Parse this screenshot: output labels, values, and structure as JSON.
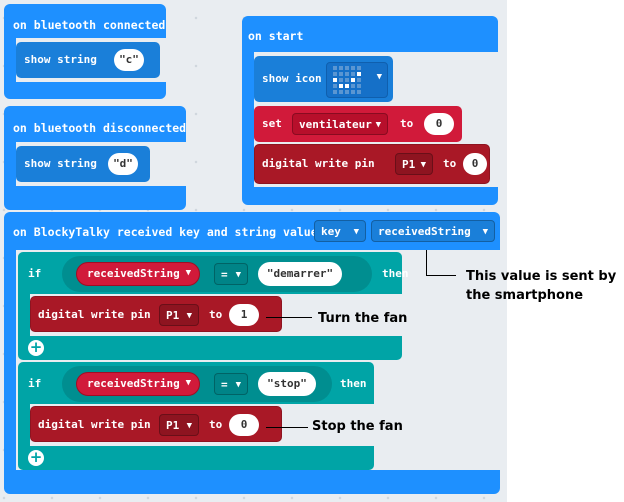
{
  "bt_connected": {
    "header": "on bluetooth connected",
    "show": "show string",
    "value": "\"c\""
  },
  "bt_disconnected": {
    "header": "on bluetooth disconnected",
    "show": "show string",
    "value": "\"d\""
  },
  "on_start": {
    "header": "on start",
    "show_icon": "show icon",
    "set_label": "set",
    "set_var": "ventilateur",
    "to_label": "to",
    "set_value": "0",
    "dw_label": "digital write pin",
    "dw_pin": "P1",
    "dw_to": "to",
    "dw_value": "0"
  },
  "blockytalky": {
    "header": "on BlockyTalky received key and string value",
    "key": "key",
    "received": "receivedString",
    "if1": {
      "if_label": "if",
      "var": "receivedString",
      "op": "=",
      "value": "\"demarrer\"",
      "then_label": "then",
      "dw_label": "digital write pin",
      "pin": "P1",
      "to_label": "to",
      "num": "1"
    },
    "if2": {
      "if_label": "if",
      "var": "receivedString",
      "op": "=",
      "value": "\"stop\"",
      "then_label": "then",
      "dw_label": "digital write pin",
      "pin": "P1",
      "to_label": "to",
      "num": "0"
    }
  },
  "annotations": {
    "sent_line1": "This value is sent by",
    "sent_line2": "the smartphone",
    "turn": "Turn the fan",
    "stop": "Stop the fan"
  },
  "icons": {
    "caret": "▼",
    "plus": "+"
  },
  "colors": {
    "event_blue": "#1e90ff",
    "logic_teal": "#00a4a6",
    "variable_red": "#c8102e",
    "pins_dark_red": "#a91826"
  }
}
